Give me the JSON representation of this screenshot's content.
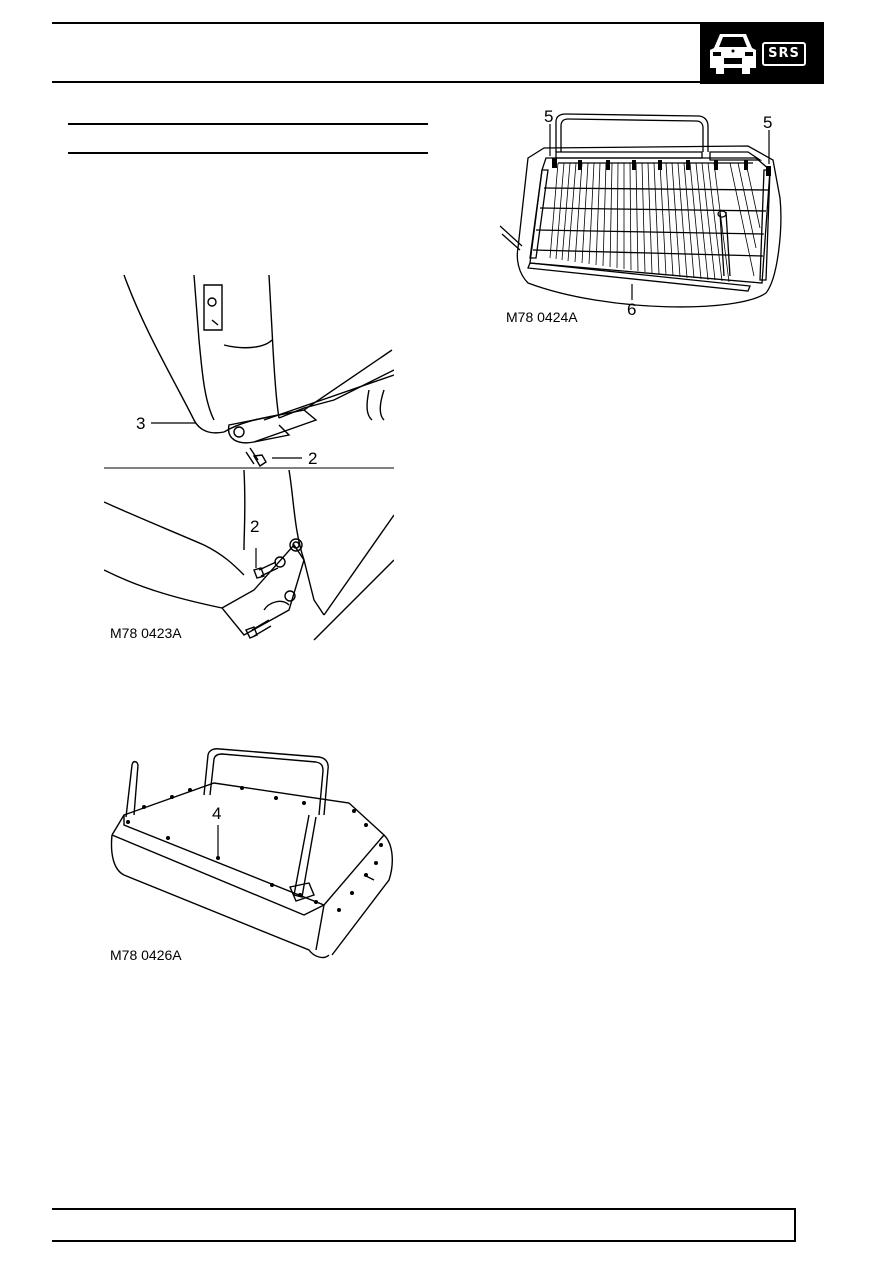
{
  "header": {
    "badge_text": "SRS"
  },
  "figures": [
    {
      "code": "M78 0423A",
      "callouts": [
        "3",
        "2",
        "2"
      ]
    },
    {
      "code": "M78 0426A",
      "callouts": [
        "4"
      ]
    },
    {
      "code": "M78 0424A",
      "callouts": [
        "5",
        "5",
        "6"
      ]
    }
  ]
}
